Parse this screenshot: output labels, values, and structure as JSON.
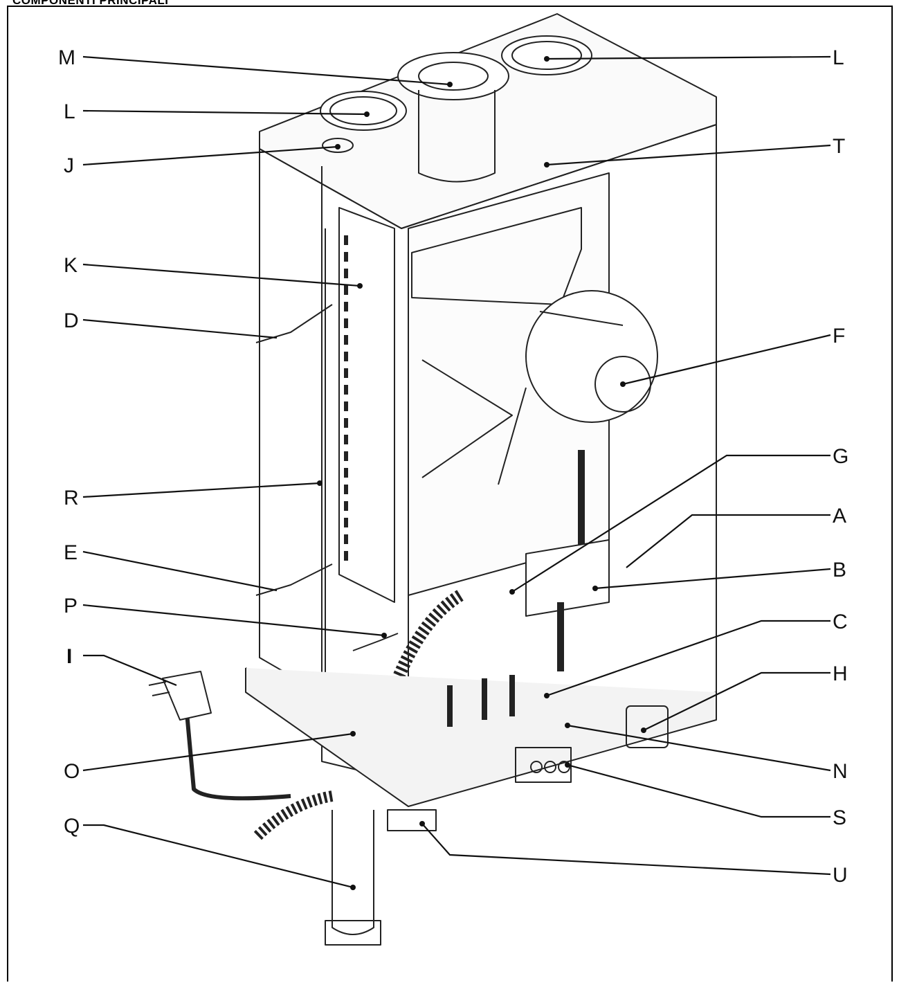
{
  "header": {
    "title": "COMPONENTI PRINCIPALI"
  },
  "callouts": {
    "M": "M",
    "L_top": "L",
    "L_left": "L",
    "J": "J",
    "T": "T",
    "K": "K",
    "D": "D",
    "F": "F",
    "R": "R",
    "G": "G",
    "A": "A",
    "E": "E",
    "B": "B",
    "P": "P",
    "C": "C",
    "I": "I",
    "H": "H",
    "O": "O",
    "N": "N",
    "S": "S",
    "Q": "Q",
    "U": "U"
  },
  "colors": {
    "line": "#111111",
    "background": "#ffffff"
  }
}
